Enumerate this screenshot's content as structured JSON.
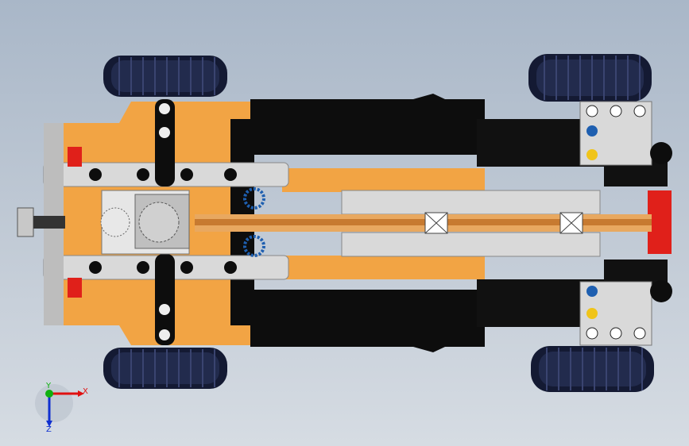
{
  "viewport": {
    "background_top": "#a9b7c8",
    "background_bottom": "#d6dce3"
  },
  "model": {
    "colors": {
      "orange": "#f2a444",
      "black": "#0d0d0d",
      "light_gray": "#d9d9d9",
      "dark_gray": "#555555",
      "tire": "#141a33",
      "red": "#e0201a",
      "blue": "#1e5fb0",
      "yellow": "#f0c419"
    },
    "parts": [
      "front-wheels",
      "rear-wheels",
      "chassis-beams",
      "differential",
      "drive-shaft",
      "steering-rack"
    ]
  },
  "triad": {
    "x_label": "X",
    "y_label": "Y",
    "z_label": "Z",
    "x_color": "#e01010",
    "y_color": "#10b010",
    "z_color": "#1030d0"
  }
}
